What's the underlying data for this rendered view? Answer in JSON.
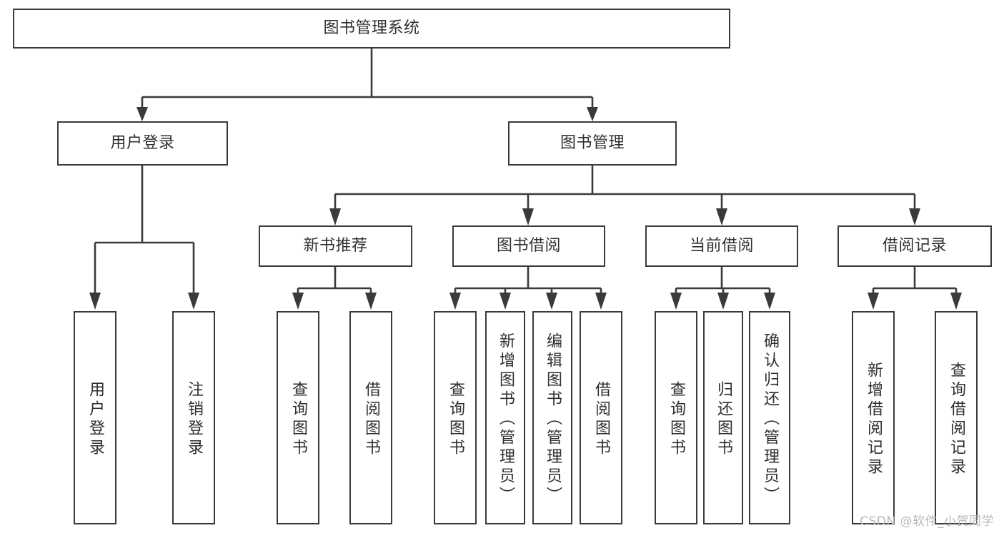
{
  "diagram": {
    "type": "tree",
    "title": "图书管理系统",
    "root": {
      "label": "图书管理系统"
    },
    "level1": [
      {
        "label": "用户登录"
      },
      {
        "label": "图书管理"
      }
    ],
    "level2": [
      {
        "label": "新书推荐"
      },
      {
        "label": "图书借阅"
      },
      {
        "label": "当前借阅"
      },
      {
        "label": "借阅记录"
      }
    ],
    "leaves": {
      "user_login": [
        {
          "label": "用户登录"
        },
        {
          "label": "注销登录"
        }
      ],
      "new_book_recommend": [
        {
          "label": "查询图书"
        },
        {
          "label": "借阅图书"
        }
      ],
      "book_borrow": [
        {
          "label": "查询图书"
        },
        {
          "label": "新增图书（管理员）"
        },
        {
          "label": "编辑图书（管理员）"
        },
        {
          "label": "借阅图书"
        }
      ],
      "current_borrow": [
        {
          "label": "查询图书"
        },
        {
          "label": "归还图书"
        },
        {
          "label": "确认归还（管理员）"
        }
      ],
      "borrow_record": [
        {
          "label": "新增借阅记录"
        },
        {
          "label": "查询借阅记录"
        }
      ]
    }
  },
  "watermark": {
    "text": "CSDN @软件_小贺同学"
  },
  "colors": {
    "border": "#3a3a3a",
    "text": "#2f2f2f",
    "background": "#ffffff",
    "watermark": "#b8b8b8"
  }
}
